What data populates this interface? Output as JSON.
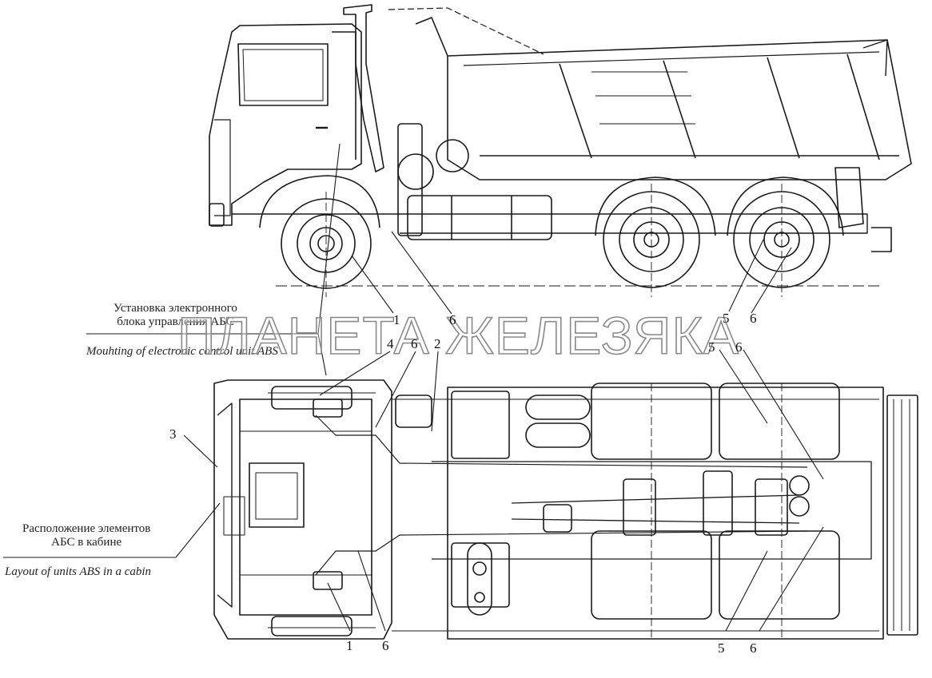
{
  "captions": {
    "ecu_ru_line1": "Установка электронного",
    "ecu_ru_line2": "блока управления АБС",
    "ecu_en": "Mouhting of electronic control unit ABS",
    "cabin_ru_line1": "Расположение элементов",
    "cabin_ru_line2": "АБС в кабине",
    "cabin_en": "Layout of units ABS in a cabin"
  },
  "watermark": "ПЛАНЕТА ЖЕЛЕЗЯКА",
  "callouts": {
    "side_1": "1",
    "side_6_front": "6",
    "side_5_rear": "5",
    "side_6_rear": "6",
    "top_4": "4",
    "top_6_upper": "6",
    "top_2": "2",
    "top_3": "3",
    "top_5_upper": "5",
    "top_6_upper_right": "6",
    "top_1_lower": "1",
    "top_6_lower": "6",
    "top_5_lower": "5",
    "top_6_lower_right": "6"
  }
}
